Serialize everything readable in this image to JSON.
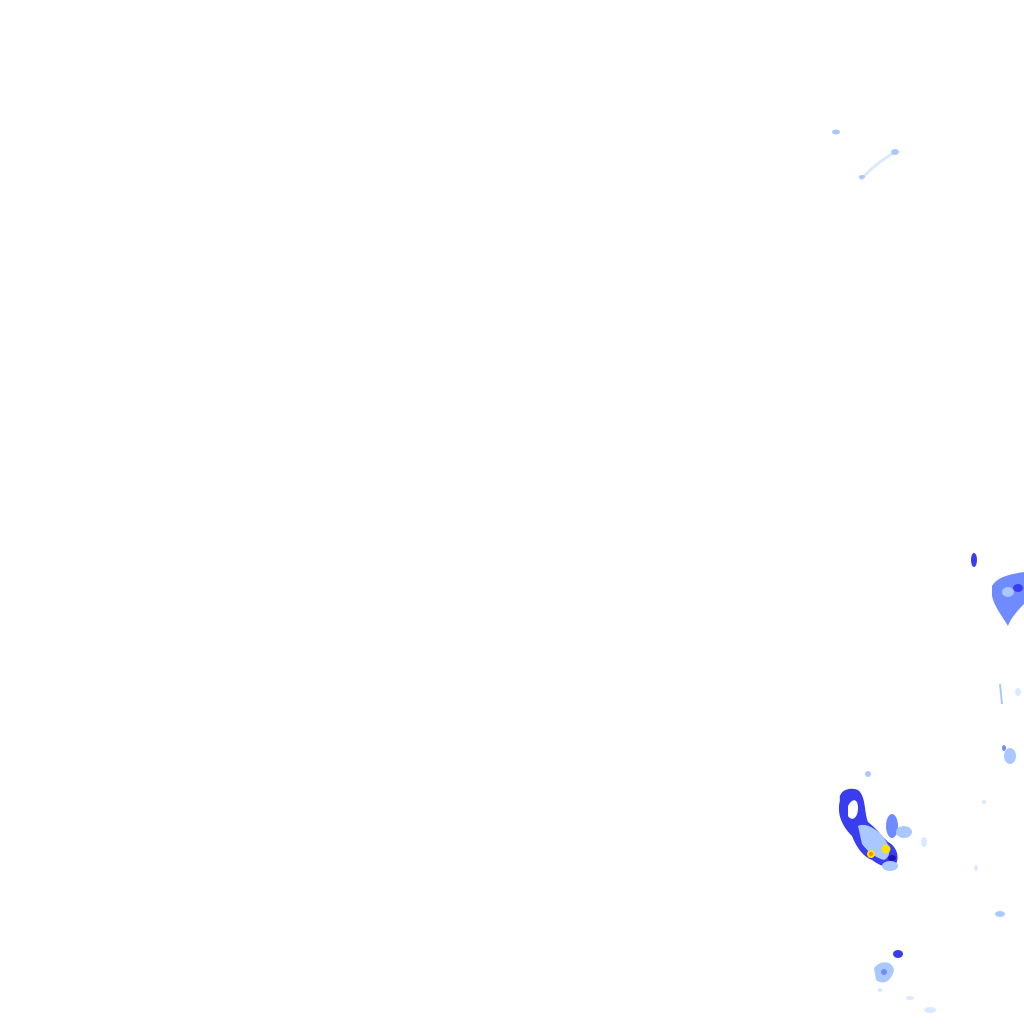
{
  "colors": {
    "background": "#ffffff",
    "faint": "#dbe9ff",
    "light": "#a9c8ff",
    "medium": "#6f8bff",
    "strong": "#3a3cf0",
    "heavy": "#1d12b8",
    "peak_yellow": "#ffe100",
    "peak_orange": "#ff8a00"
  },
  "layer": {
    "type": "precipitation-radar-overlay",
    "intensity_levels": [
      "faint",
      "light",
      "medium",
      "strong",
      "heavy",
      "peak_yellow",
      "peak_orange"
    ]
  }
}
